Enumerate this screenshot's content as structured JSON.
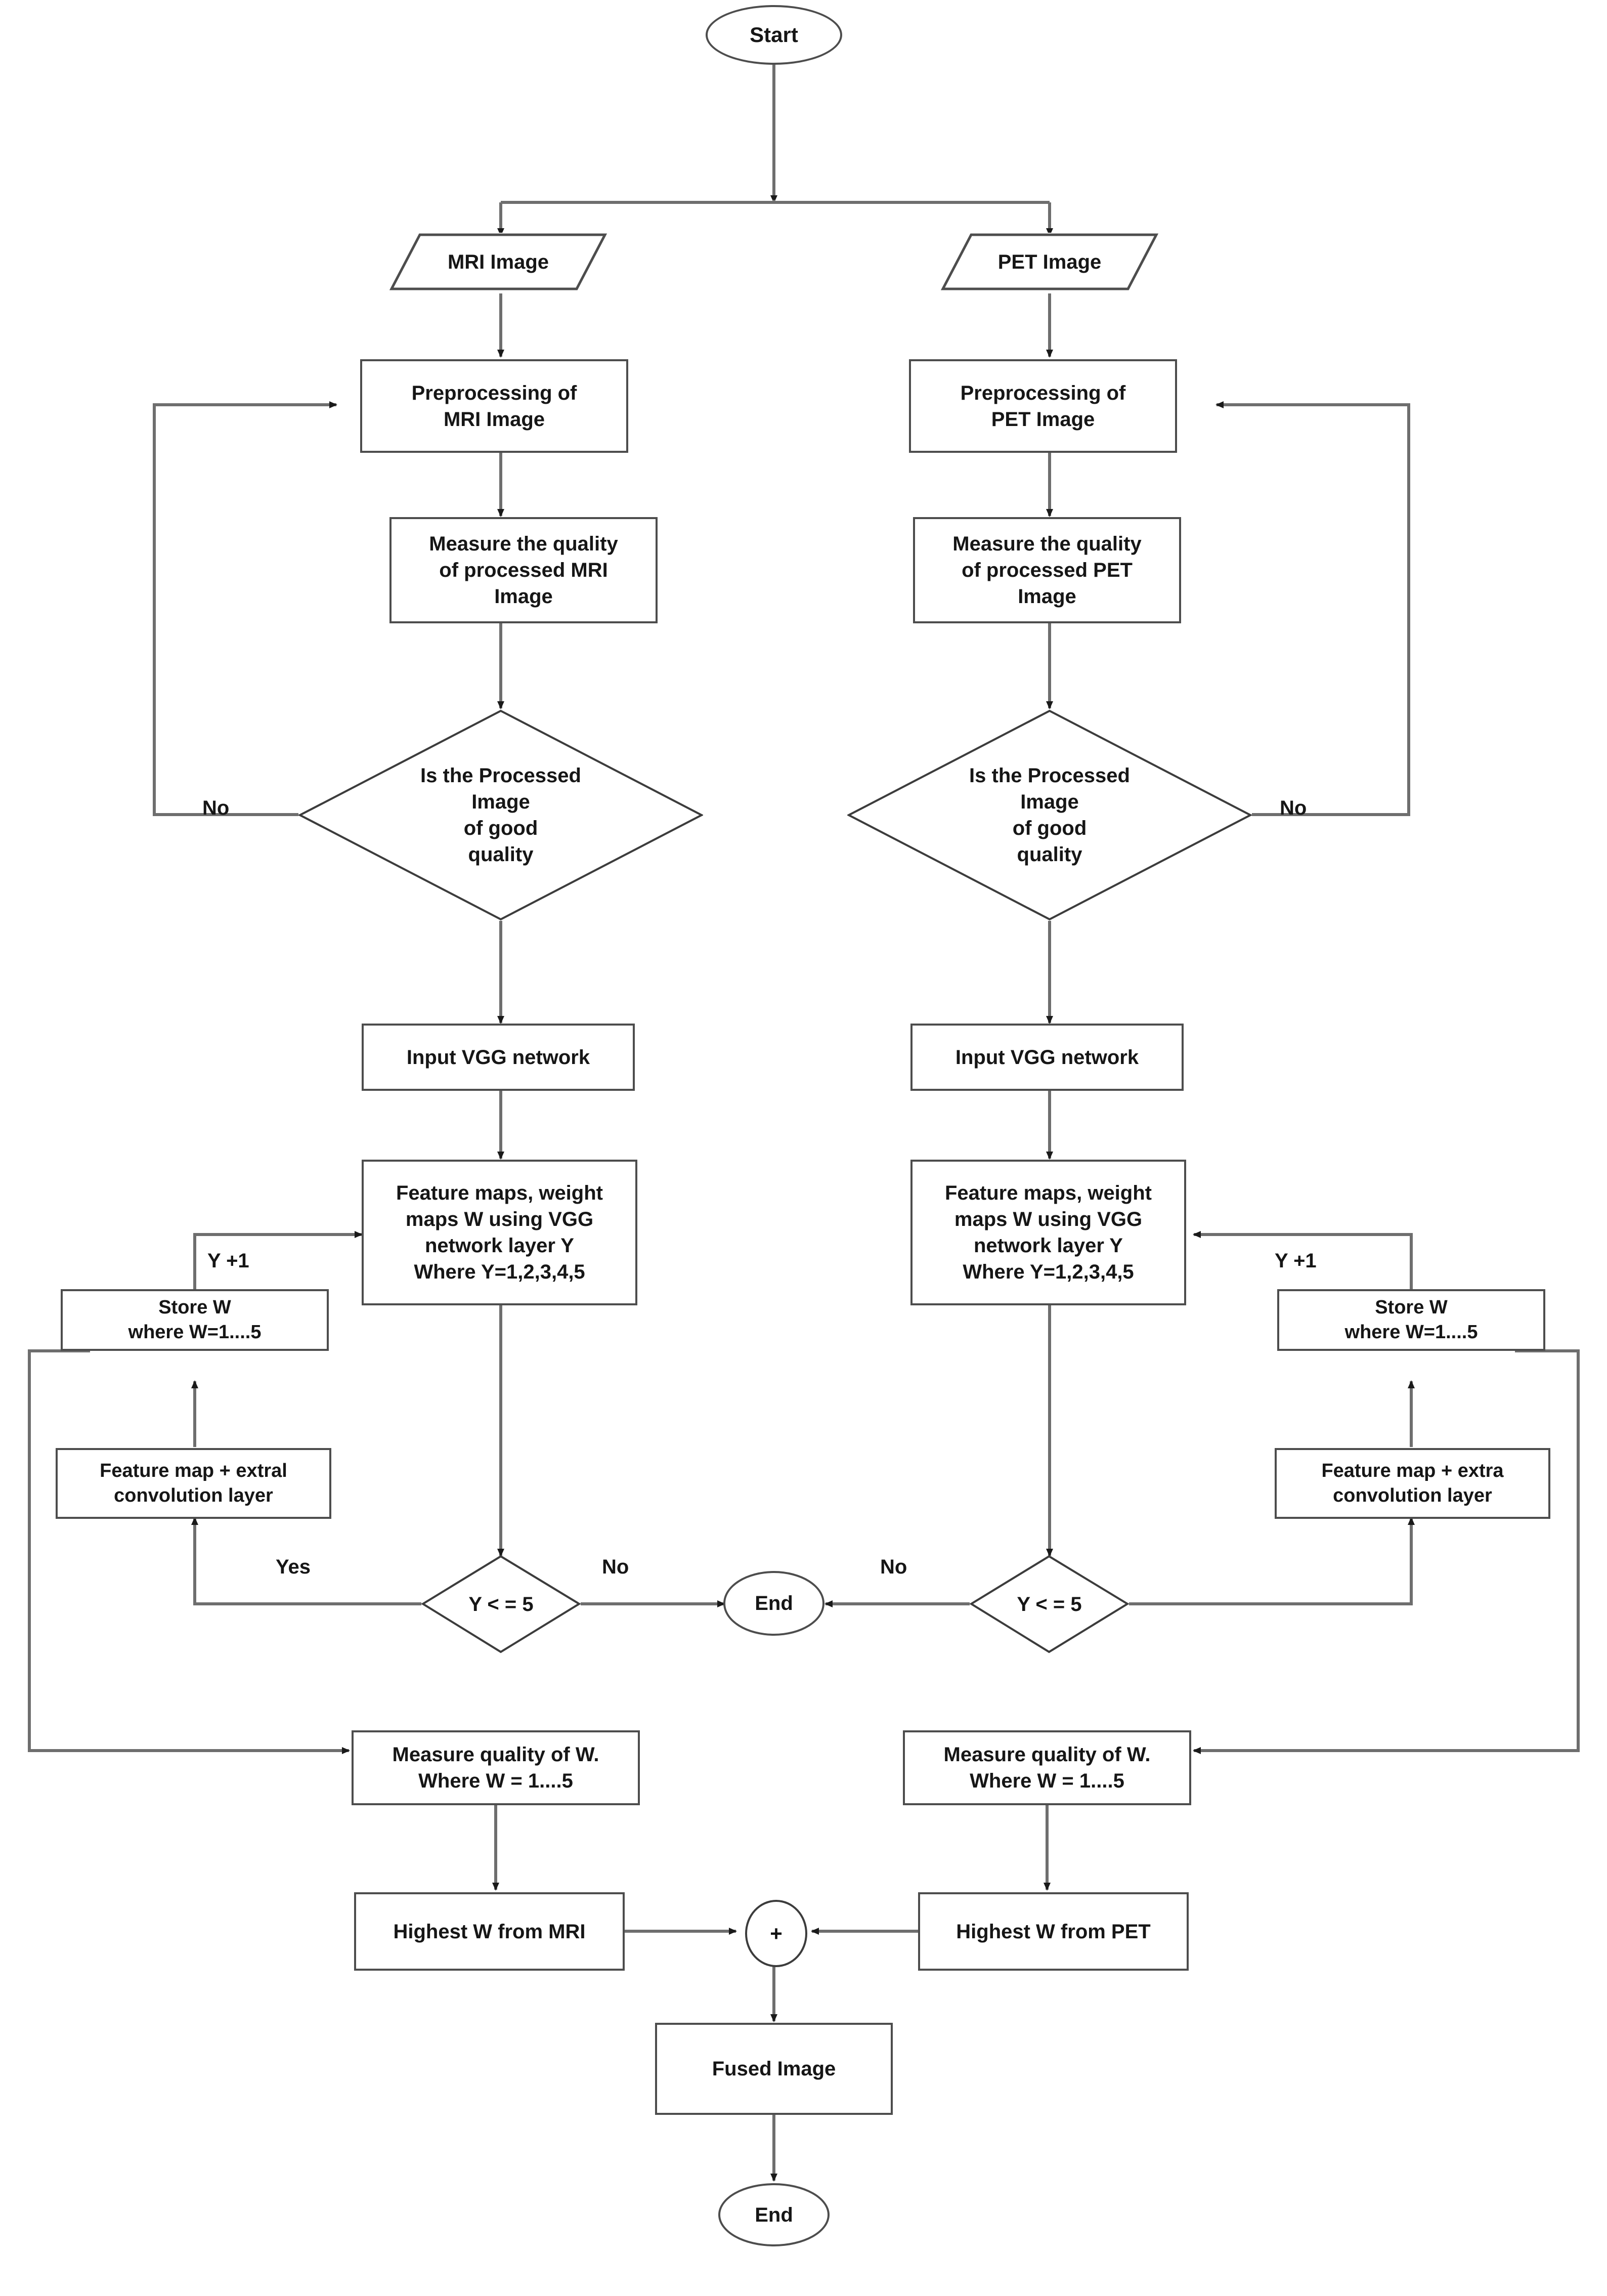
{
  "diagram": {
    "title": "MRI-PET image fusion flowchart",
    "stroke_color": "#4d4d4d",
    "text_color": "#161616",
    "background": "#ffffff"
  },
  "nodes": {
    "start": "Start",
    "mri_image": "MRI Image",
    "pet_image": "PET Image",
    "preprocess_mri": "Preprocessing of\nMRI Image",
    "preprocess_pet": "Preprocessing of\nPET Image",
    "measure_mri": "Measure the quality\nof processed MRI\nImage",
    "measure_pet": "Measure the quality\nof processed PET\nImage",
    "decide_mri": "Is the Processed\nImage\nof good\nquality",
    "decide_pet": "Is the Processed\nImage\nof good\nquality",
    "input_vgg_mri": "Input VGG network",
    "input_vgg_pet": "Input VGG network",
    "feature_maps_mri": "Feature maps, weight\nmaps W using VGG\nnetwork layer Y\nWhere Y=1,2,3,4,5",
    "feature_maps_pet": "Feature maps, weight\nmaps W using VGG\nnetwork layer Y\nWhere Y=1,2,3,4,5",
    "store_w_mri": "Store W\nwhere W=1....5",
    "store_w_pet": "Store W\nwhere W=1....5",
    "conv_mri": "Feature map + extral\nconvolution layer",
    "conv_pet": "Feature map + extra\nconvolution layer",
    "loop_decide_mri": "Y < = 5",
    "loop_decide_pet": "Y < = 5",
    "end_middle": "End",
    "measure_w_mri": "Measure quality of W.\nWhere W = 1....5",
    "measure_w_pet": "Measure quality of W.\nWhere W = 1....5",
    "highest_w_mri": "Highest W from MRI",
    "highest_w_pet": "Highest W from PET",
    "fuse_operator": "+",
    "fused_image": "Fused Image",
    "end_final": "End"
  },
  "edge_labels": {
    "no_mri_quality": "No",
    "no_pet_quality": "No",
    "y_plus_one_mri": "Y +1",
    "y_plus_one_pet": "Y +1",
    "yes_mri_loop": "Yes",
    "no_mri_loop": "No",
    "no_pet_loop": "No"
  }
}
